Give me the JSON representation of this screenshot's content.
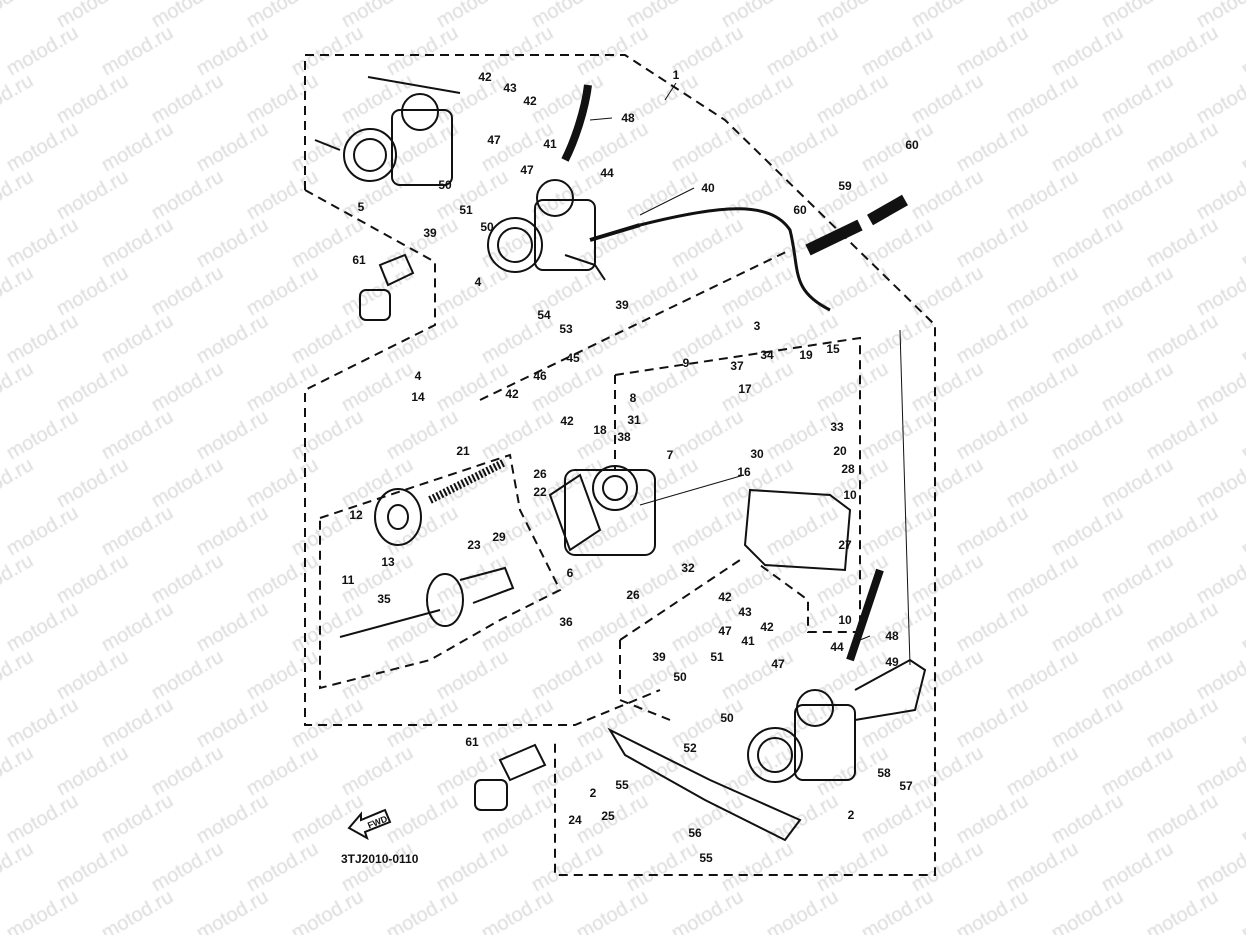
{
  "diagram": {
    "drawing_code": "3TJ2010-0110",
    "direction_arrow_label": "FWD",
    "watermark": "motod.ru",
    "callouts": [
      "1",
      "42",
      "43",
      "42",
      "48",
      "41",
      "47",
      "47",
      "44",
      "5",
      "50",
      "51",
      "50",
      "39",
      "40",
      "60",
      "59",
      "60",
      "4",
      "39",
      "54",
      "53",
      "61",
      "3",
      "9",
      "37",
      "34",
      "19",
      "15",
      "45",
      "46",
      "42",
      "42",
      "8",
      "31",
      "38",
      "18",
      "17",
      "33",
      "20",
      "30",
      "28",
      "7",
      "4",
      "14",
      "21",
      "26",
      "22",
      "16",
      "10",
      "12",
      "13",
      "11",
      "29",
      "23",
      "6",
      "32",
      "27",
      "26",
      "42",
      "43",
      "42",
      "35",
      "36",
      "10",
      "48",
      "39",
      "47",
      "41",
      "47",
      "44",
      "49",
      "51",
      "50",
      "50",
      "52",
      "61",
      "58",
      "57",
      "2",
      "55",
      "2",
      "24",
      "25",
      "56",
      "55"
    ]
  }
}
